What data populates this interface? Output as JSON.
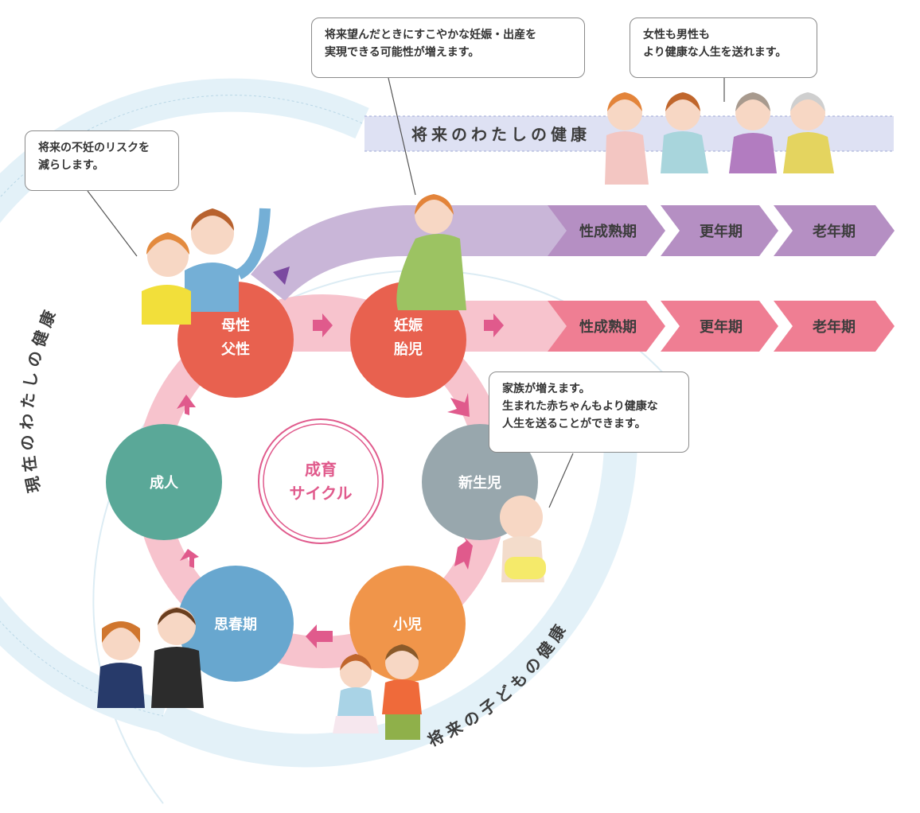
{
  "cycle": {
    "center": [
      "成育",
      "サイクル"
    ],
    "nodes": {
      "parent": [
        "母性",
        "父性"
      ],
      "pregnancy": [
        "妊娠",
        "胎児"
      ],
      "newborn": [
        "新生児"
      ],
      "child": [
        "小児"
      ],
      "adolescence": [
        "思春期"
      ],
      "adult": [
        "成人"
      ]
    }
  },
  "rings": {
    "present": "現在のわたしの健康",
    "child_future": "将来の子どもの健康",
    "my_future": "将来のわたしの健康"
  },
  "stages": {
    "upper": [
      "性成熟期",
      "更年期",
      "老年期"
    ],
    "lower": [
      "性成熟期",
      "更年期",
      "老年期"
    ]
  },
  "callouts": {
    "infertility": [
      "将来の不妊のリスクを",
      "減らします。"
    ],
    "pregnancy": [
      "将来望んだときにすこやかな妊娠・出産を",
      "実現できる可能性が増えます。"
    ],
    "lifespan": [
      "女性も男性も",
      "より健康な人生を送れます。"
    ],
    "family": [
      "家族が増えます。",
      "生まれた赤ちゃんもより健康な",
      "人生を送ることができます。"
    ]
  },
  "colors": {
    "parent": "#e8614f",
    "pregnancy": "#e8614f",
    "newborn": "#98a7ad",
    "child": "#f0954a",
    "adolescence": "#68a7cf",
    "adult": "#5aa898",
    "ring_light": "#e3f1f8",
    "upper_band": "#c9b6d8",
    "upper_stage": "#b58fc3",
    "lower_band": "#f7c3cd",
    "lower_stage": "#ef7e93",
    "arrow": "#e05a8c",
    "center_text": "#e05a8c"
  }
}
